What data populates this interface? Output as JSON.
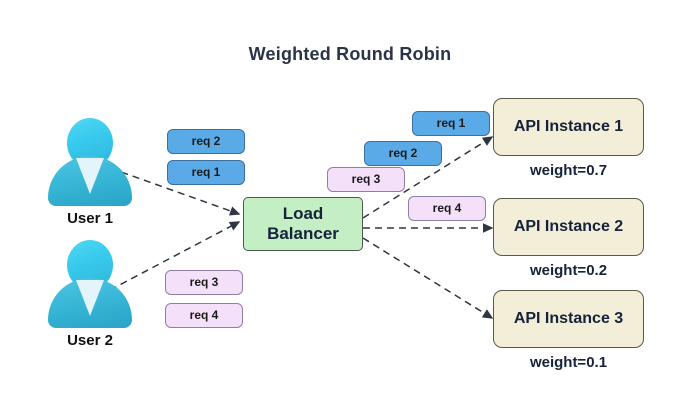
{
  "diagram": {
    "title": "Weighted Round Robin",
    "title_color": "#2b3446",
    "background": "#ffffff"
  },
  "users": [
    {
      "label": "User 1",
      "icon": "user-avatar-icon"
    },
    {
      "label": "User 2",
      "icon": "user-avatar-icon"
    }
  ],
  "user_requests": {
    "user1": [
      {
        "label": "req 2",
        "color": "blue"
      },
      {
        "label": "req 1",
        "color": "blue"
      }
    ],
    "user2": [
      {
        "label": "req 3",
        "color": "pink"
      },
      {
        "label": "req 4",
        "color": "pink"
      }
    ]
  },
  "load_balancer": {
    "line1": "Load",
    "line2": "Balancer",
    "fill": "#c4eec4",
    "border": "#4c5c4c"
  },
  "dispatched_requests": [
    {
      "label": "req 1",
      "color": "blue"
    },
    {
      "label": "req 2",
      "color": "blue"
    },
    {
      "label": "req 3",
      "color": "pink"
    },
    {
      "label": "req 4",
      "color": "pink"
    }
  ],
  "instances": [
    {
      "label": "API Instance 1",
      "weight": "weight=0.7"
    },
    {
      "label": "API Instance 2",
      "weight": "weight=0.2"
    },
    {
      "label": "API Instance 3",
      "weight": "weight=0.1"
    }
  ],
  "colors": {
    "chip_blue_fill": "#5aaae8",
    "chip_blue_border": "#3a6f9e",
    "chip_pink_fill": "#f4e0f8",
    "chip_pink_border": "#8f7fa8",
    "api_fill": "#f2eed8",
    "api_border": "#5a5a48",
    "arrow": "#2f3542"
  }
}
